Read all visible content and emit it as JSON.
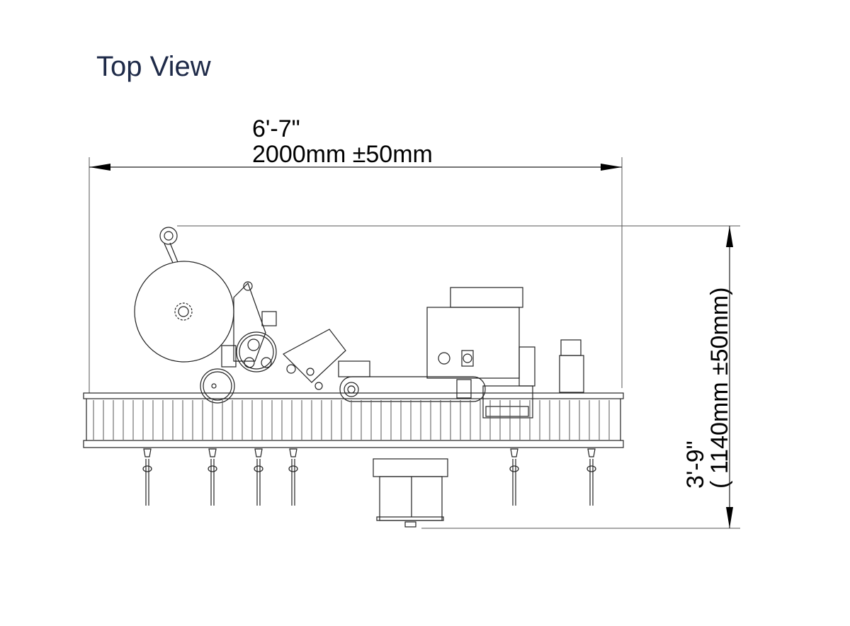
{
  "title": "Top View",
  "width_dimension": {
    "imperial": "6'-7\"",
    "metric": "2000mm ±50mm"
  },
  "depth_dimension": {
    "imperial": "3'-9\"",
    "metric": "( 1140mm ±50mm)"
  }
}
